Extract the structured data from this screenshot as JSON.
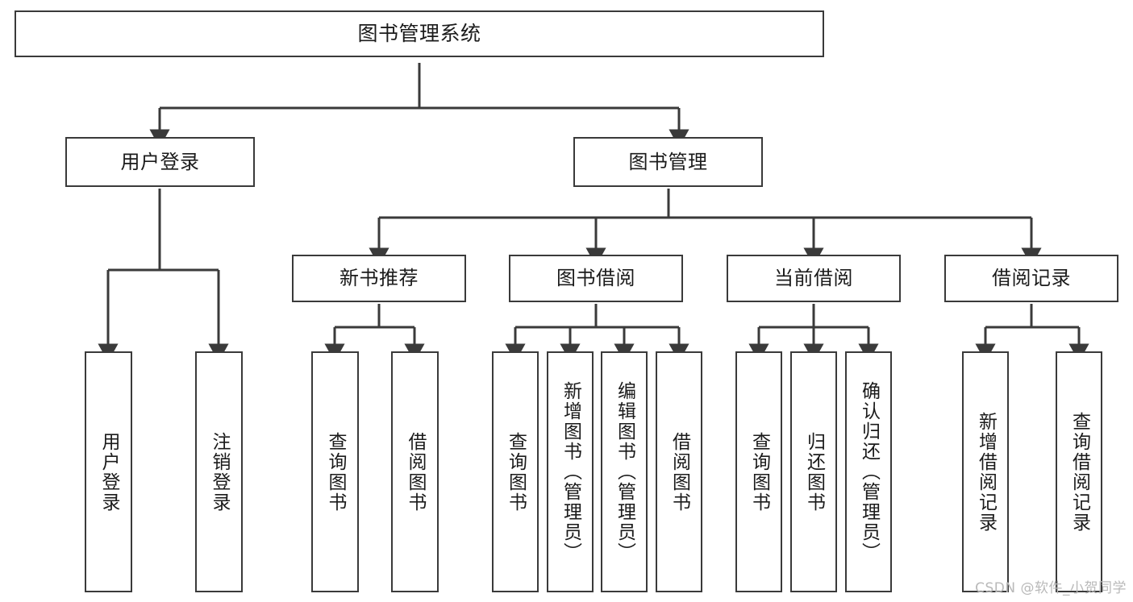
{
  "diagram": {
    "title": "图书管理系统",
    "watermark": "CSDN @软件_小贺同学",
    "line_color": "#3a3a3a",
    "box_fill": "#ffffff",
    "text_color": "#1b1b1b",
    "watermark_color": "#b9b9b9",
    "root": {
      "id": "root",
      "label": "图书管理系统"
    },
    "level1": [
      {
        "id": "user-login",
        "label": "用户登录"
      },
      {
        "id": "book-manage",
        "label": "图书管理"
      }
    ],
    "level2": [
      {
        "id": "new-book-rec",
        "label": "新书推荐",
        "parent": "book-manage"
      },
      {
        "id": "book-borrow",
        "label": "图书借阅",
        "parent": "book-manage"
      },
      {
        "id": "current-borrow",
        "label": "当前借阅",
        "parent": "book-manage"
      },
      {
        "id": "borrow-record",
        "label": "借阅记录",
        "parent": "book-manage"
      }
    ],
    "leaves": [
      {
        "id": "leaf-user-login",
        "label": "用户登录",
        "parent": "user-login"
      },
      {
        "id": "leaf-user-logout",
        "label": "注销登录",
        "parent": "user-login"
      },
      {
        "id": "leaf-query-book-rec",
        "label": "查询图书",
        "parent": "new-book-rec"
      },
      {
        "id": "leaf-borrow-book-rec",
        "label": "借阅图书",
        "parent": "new-book-rec"
      },
      {
        "id": "leaf-query-book-borrow",
        "label": "查询图书",
        "parent": "book-borrow"
      },
      {
        "id": "leaf-add-book",
        "label": "新增图书（管理员）",
        "parent": "book-borrow"
      },
      {
        "id": "leaf-edit-book",
        "label": "编辑图书（管理员）",
        "parent": "book-borrow"
      },
      {
        "id": "leaf-borrow-book",
        "label": "借阅图书",
        "parent": "book-borrow"
      },
      {
        "id": "leaf-query-book-current",
        "label": "查询图书",
        "parent": "current-borrow"
      },
      {
        "id": "leaf-return-book",
        "label": "归还图书",
        "parent": "current-borrow"
      },
      {
        "id": "leaf-confirm-return",
        "label": "确认归还（管理员）",
        "parent": "current-borrow"
      },
      {
        "id": "leaf-add-record",
        "label": "新增借阅记录",
        "parent": "borrow-record"
      },
      {
        "id": "leaf-query-record",
        "label": "查询借阅记录",
        "parent": "borrow-record"
      }
    ]
  }
}
